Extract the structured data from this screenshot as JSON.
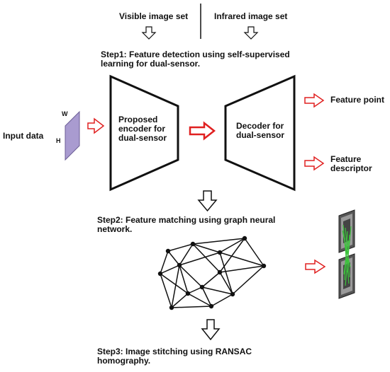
{
  "header": {
    "visible_set": "Visible image set",
    "infrared_set": "Infrared image set"
  },
  "step1": {
    "title": "Step1: Feature detection using self-supervised\nlearning for dual-sensor.",
    "input_label": "Input data",
    "dim_w": "W",
    "dim_h": "H",
    "encoder_label": "Proposed\nencoder for\ndual-sensor",
    "decoder_label": "Decoder for\ndual-sensor",
    "output_point": "Feature point",
    "output_descriptor": "Feature\ndescriptor"
  },
  "step2": {
    "title": "Step2: Feature matching using graph neural\nnetwork."
  },
  "step3": {
    "title": "Step3: Image stitching using RANSAC\nhomography."
  },
  "colors": {
    "red_arrow": "#e02020",
    "input_fill": "#a99bd0",
    "match_line": "#3ec23e",
    "block_stroke": "#111111"
  }
}
